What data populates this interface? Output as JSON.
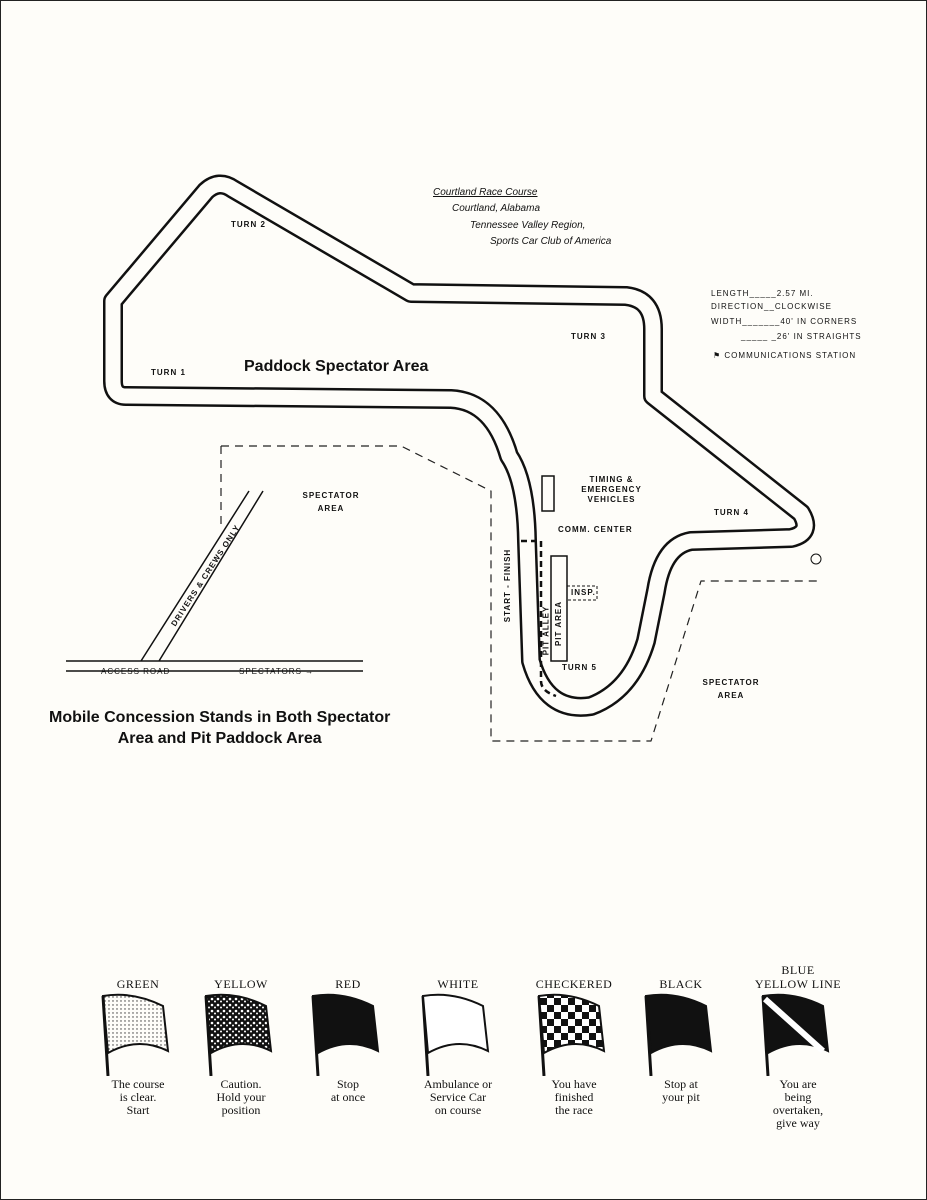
{
  "header": {
    "course_name": "Courtland Race Course",
    "location": "Courtland, Alabama",
    "region": "Tennessee Valley Region,",
    "club": "Sports Car Club of America"
  },
  "specs": {
    "length": "LENGTH_____2.57 MI.",
    "direction": "DIRECTION__CLOCKWISE",
    "width_corners": "WIDTH_______40' IN CORNERS",
    "width_straights": "_____ _26' IN STRAIGHTS",
    "comm_station": "COMMUNICATIONS STATION"
  },
  "map": {
    "turn1": "TURN 1",
    "turn2": "TURN 2",
    "turn3": "TURN 3",
    "turn4": "TURN 4",
    "turn5": "TURN 5",
    "paddock": "Paddock Spectator Area",
    "spectator_area_1": "SPECTATOR AREA",
    "spectator_area_2": "SPECTATOR AREA",
    "timing": "TIMING & EMERGENCY VEHICLES",
    "comm_center": "COMM. CENTER",
    "start_finish": "START - FINISH",
    "pit_alley": "PIT ALLEY",
    "pit_area": "PIT AREA",
    "insp": "INSP.",
    "drivers_road": "DRIVERS & CREWS ONLY",
    "access_road": "ACCESS   ROAD",
    "spectators": "SPECTATORS →"
  },
  "concessions": {
    "line1": "Mobile Concession Stands in Both Spectator",
    "line2": "Area and Pit Paddock Area"
  },
  "flags": [
    {
      "name": "GREEN",
      "desc": [
        "The course",
        "is clear.",
        "Start"
      ]
    },
    {
      "name": "YELLOW",
      "desc": [
        "Caution.",
        "Hold your",
        "position"
      ]
    },
    {
      "name": "RED",
      "desc": [
        "Stop",
        "at once"
      ]
    },
    {
      "name": "WHITE",
      "desc": [
        "Ambulance or",
        "Service Car",
        "on course"
      ]
    },
    {
      "name": "CHECKERED",
      "desc": [
        "You have",
        "finished",
        "the race"
      ]
    },
    {
      "name": "BLACK",
      "desc": [
        "Stop at",
        "your pit"
      ]
    },
    {
      "name": "BLUE YELLOW LINE",
      "desc": [
        "You are",
        "being",
        "overtaken,",
        "give way"
      ]
    }
  ]
}
